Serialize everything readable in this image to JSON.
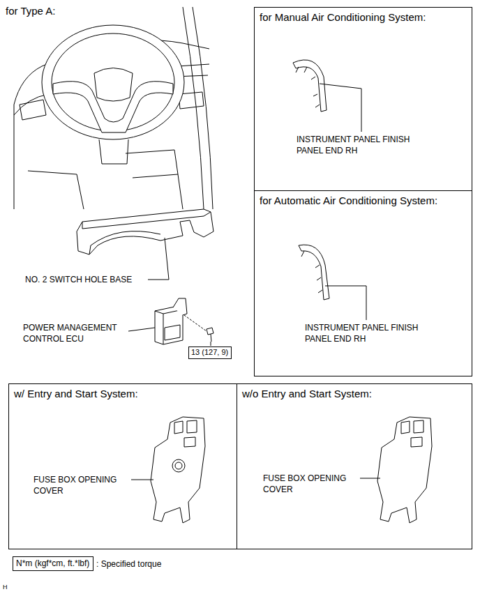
{
  "diagram": {
    "nodes": [
      {
        "text": [
          "for Manual Air Conditioning System:"
        ]
      },
      {
        "text": [
          "for Automatic Air Conditioning System:"
        ]
      },
      {
        "text": [
          "13 (127, 9)"
        ]
      },
      {
        "text": [
          "w/ Entry and Start System:"
        ]
      },
      {
        "text": [
          "w/o Entry and Start System:"
        ]
      },
      {
        "text": [
          "N*m (kgf*cm, ft.*lbf)"
        ]
      }
    ],
    "labels": [
      "for Type A:",
      "INSTRUMENT PANEL FINISH PANEL END RH",
      "INSTRUMENT PANEL FINISH PANEL END RH",
      "NO. 2 SWITCH HOLE BASE",
      "POWER MANAGEMENT CONTROL ECU",
      "FUSE BOX OPENING COVER",
      "FUSE BOX OPENING COVER",
      ": Specified torque",
      "H"
    ]
  }
}
